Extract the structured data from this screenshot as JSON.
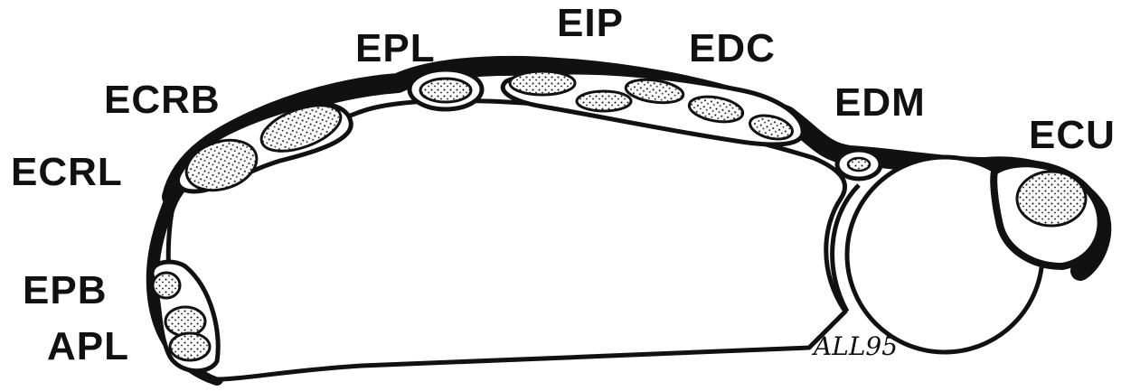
{
  "labels": {
    "epl": "EPL",
    "eip": "EIP",
    "edc": "EDC",
    "ecrb": "ECRB",
    "ecrl": "ECRL",
    "edm": "EDM",
    "ecu": "ECU",
    "epb": "EPB",
    "apl": "APL"
  },
  "signature": "ALL95",
  "colors": {
    "ink": "#111111",
    "paper": "#ffffff",
    "stipple": "#111111"
  }
}
